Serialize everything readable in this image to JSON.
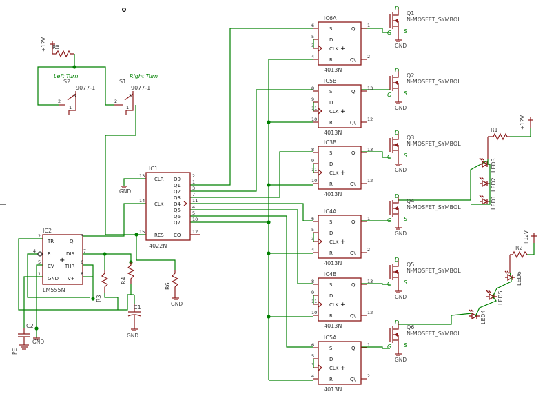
{
  "power": {
    "vcc": "+12V",
    "gnd": "GND",
    "pe": "PE"
  },
  "resistors": {
    "r1": "R1",
    "r2": "R2",
    "r3": "R3",
    "r4": "R4",
    "r5": "R5",
    "r6": "R6"
  },
  "capacitors": {
    "c1": "C1",
    "c2": "C2"
  },
  "switches": {
    "s1": {
      "ref": "S1",
      "name": "Right Turn",
      "part": "9077-1"
    },
    "s2": {
      "ref": "S2",
      "name": "Left Turn",
      "part": "9077-1"
    }
  },
  "ic1": {
    "ref": "IC1",
    "part": "4022N",
    "left_pins": [
      "CLR",
      "CLK",
      "RES"
    ],
    "right_pins": [
      "Q0",
      "Q1",
      "Q2",
      "Q3",
      "Q4",
      "Q5",
      "Q6",
      "Q7",
      "CO"
    ],
    "pin_numbers": {
      "clr": "13",
      "clk": "14",
      "res": "15",
      "q0": "2",
      "q1": "1",
      "q2": "3",
      "q3": "7",
      "q4": "11",
      "q5": "4",
      "q6": "5",
      "q7": "10",
      "co": "12"
    }
  },
  "ic2": {
    "ref": "IC2",
    "part": "LM555N",
    "pins": {
      "tr": "TR",
      "r": "R",
      "cv": "CV",
      "gnd": "GND",
      "q": "Q",
      "dis": "DIS",
      "thr": "THR",
      "vplus": "V+"
    },
    "pin_numbers": {
      "tr": "2",
      "r": "4",
      "cv": "5",
      "gnd": "1",
      "q": "3",
      "dis": "7",
      "thr": "6",
      "vplus": "8"
    }
  },
  "flipflop_pins": {
    "s": "S",
    "d": "D",
    "clk": "CLK",
    "r": "R",
    "q": "Q",
    "qn": "Q\\"
  },
  "flipflops": [
    {
      "ref": "IC6A",
      "part": "4013N",
      "pins": [
        "6",
        "5",
        "3",
        "4",
        "1",
        "2"
      ]
    },
    {
      "ref": "IC5B",
      "part": "4013N",
      "pins": [
        "8",
        "9",
        "11",
        "10",
        "13",
        "12"
      ]
    },
    {
      "ref": "IC3B",
      "part": "4013N",
      "pins": [
        "8",
        "9",
        "11",
        "10",
        "13",
        "12"
      ]
    },
    {
      "ref": "IC4A",
      "part": "4013N",
      "pins": [
        "6",
        "5",
        "3",
        "4",
        "1",
        "2"
      ]
    },
    {
      "ref": "IC4B",
      "part": "4013N",
      "pins": [
        "8",
        "9",
        "11",
        "10",
        "13",
        "12"
      ]
    },
    {
      "ref": "IC5A",
      "part": "4013N",
      "pins": [
        "6",
        "5",
        "3",
        "4",
        "1",
        "2"
      ]
    }
  ],
  "mosfets": [
    {
      "ref": "Q1",
      "part": "N-MOSFET_SYMBOL"
    },
    {
      "ref": "Q2",
      "part": "N-MOSFET_SYMBOL"
    },
    {
      "ref": "Q3",
      "part": "N-MOSFET_SYMBOL"
    },
    {
      "ref": "Q4",
      "part": "N-MOSFET_SYMBOL"
    },
    {
      "ref": "Q5",
      "part": "N-MOSFET_SYMBOL"
    },
    {
      "ref": "Q6",
      "part": "N-MOSFET_SYMBOL"
    }
  ],
  "mosfet_pins": {
    "d": "D",
    "g": "G",
    "s": "S"
  },
  "leds": [
    "LED1",
    "LED2",
    "LED3",
    "LED4",
    "LED5",
    "LED6"
  ]
}
